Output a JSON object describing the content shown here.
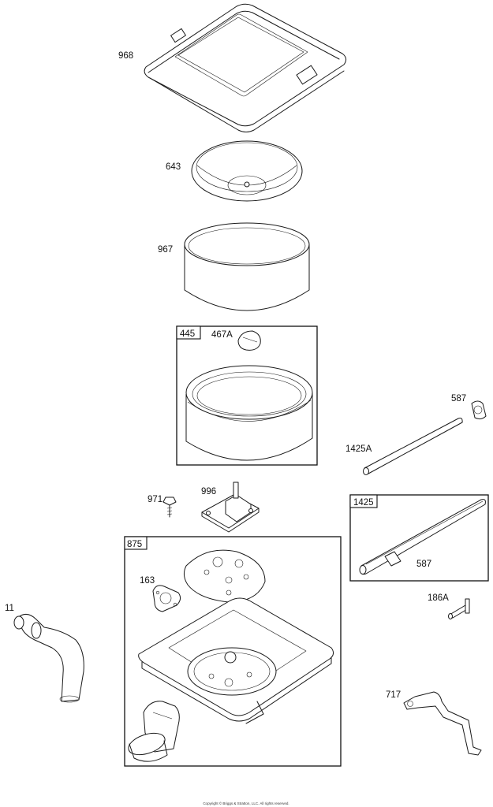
{
  "labels": {
    "p968": "968",
    "p643": "643",
    "p967": "967",
    "p445": "445",
    "p467a": "467A",
    "p587a": "587",
    "p1425a": "1425A",
    "p971": "971",
    "p996": "996",
    "p1425": "1425",
    "p587b": "587",
    "p875": "875",
    "p163": "163",
    "p11": "11",
    "p186a": "186A",
    "p717": "717"
  },
  "footer": "Copyright © Briggs & Stratton, LLC. All rights reserved."
}
